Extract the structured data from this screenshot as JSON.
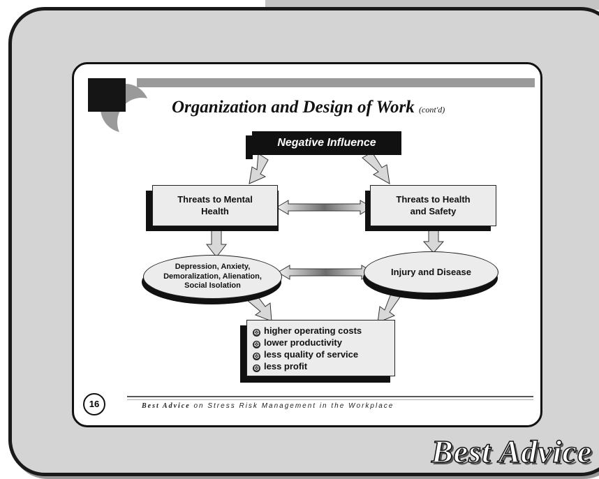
{
  "slide": {
    "title": "Organization and Design of Work",
    "title_suffix": "(cont'd)",
    "page_number": "16",
    "footer_bold": "Best Advice",
    "footer_rest": " on Stress Risk Management in the Workplace"
  },
  "diagram": {
    "negative_influence": "Negative Influence",
    "mental_health_line1": "Threats to Mental",
    "mental_health_line2": "Health",
    "health_safety_line1": "Threats to Health",
    "health_safety_line2": "and Safety",
    "depression_line1": "Depression, Anxiety,",
    "depression_line2": "Demoralization, Alienation,",
    "depression_line3": "Social Isolation",
    "injury": "Injury and Disease",
    "outcomes": [
      "higher operating costs",
      "lower productivity",
      "less quality of service",
      "less profit"
    ]
  },
  "brand": "Best Advice"
}
